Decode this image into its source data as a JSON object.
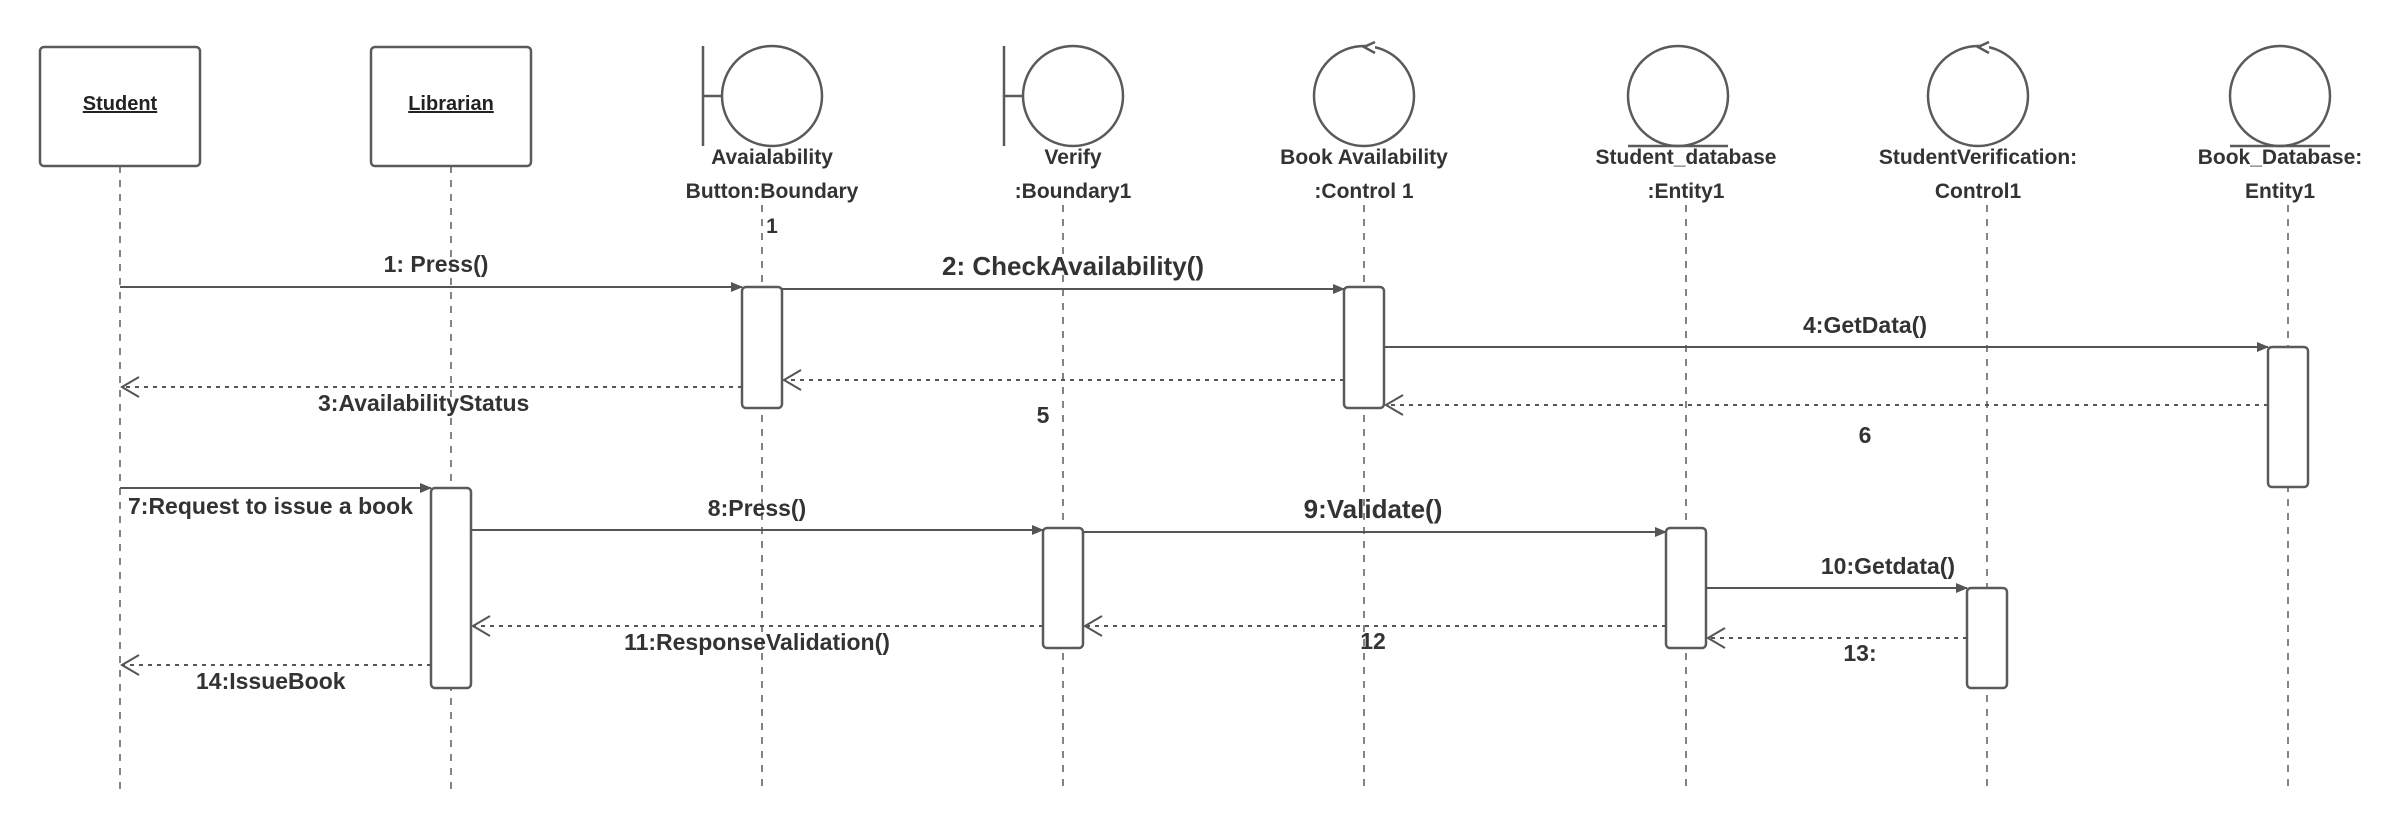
{
  "participants": {
    "student": {
      "name": "Student",
      "kind": "actor-object"
    },
    "librarian": {
      "name": "Librarian",
      "kind": "actor-object"
    },
    "availability_button": {
      "line1": "Avaialability",
      "line2": "Button:Boundary",
      "line3": "1",
      "kind": "boundary"
    },
    "verify": {
      "line1": "Verify",
      "line2": ":Boundary1",
      "kind": "boundary"
    },
    "book_availability": {
      "line1": "Book Availability",
      "line2": ":Control 1",
      "kind": "control"
    },
    "student_database": {
      "line1": "Student_database",
      "line2": ":Entity1",
      "kind": "entity"
    },
    "student_verification": {
      "line1": "StudentVerification:",
      "line2": "Control1",
      "kind": "control"
    },
    "book_database": {
      "line1": "Book_Database:",
      "line2": "Entity1",
      "kind": "entity"
    }
  },
  "messages": {
    "m1": {
      "label": "1: Press()",
      "from": "Student",
      "to": "Avaialability Button:Boundary 1",
      "style": "solid"
    },
    "m2": {
      "label": "2: CheckAvailability()",
      "from": "Avaialability Button:Boundary 1",
      "to": "Book Availability :Control 1",
      "style": "solid"
    },
    "m3": {
      "label": "3:AvailabilityStatus",
      "from": "Avaialability Button:Boundary 1",
      "to": "Student",
      "style": "dashed"
    },
    "m4": {
      "label": "4:GetData()",
      "from": "Book Availability :Control 1",
      "to": "Book_Database: Entity1",
      "style": "solid"
    },
    "m5": {
      "label": "5",
      "from": "Book Availability :Control 1",
      "to": "Avaialability Button:Boundary 1",
      "style": "dashed"
    },
    "m6": {
      "label": "6",
      "from": "Book_Database: Entity1",
      "to": "Book Availability :Control 1",
      "style": "dashed"
    },
    "m7": {
      "label": "7:Request to issue a book",
      "from": "Student",
      "to": "Librarian",
      "style": "solid"
    },
    "m8": {
      "label": "8:Press()",
      "from": "Librarian",
      "to": "Verify :Boundary1",
      "style": "solid"
    },
    "m9": {
      "label": "9:Validate()",
      "from": "Verify :Boundary1",
      "to": "Student_database :Entity1",
      "style": "solid"
    },
    "m10": {
      "label": "10:Getdata()",
      "from": "Student_database :Entity1",
      "to": "StudentVerification: Control1",
      "style": "solid"
    },
    "m11": {
      "label": "11:ResponseValidation()",
      "from": "Verify :Boundary1",
      "to": "Librarian",
      "style": "dashed"
    },
    "m12": {
      "label": "12",
      "from": "Student_database :Entity1",
      "to": "Verify :Boundary1",
      "style": "dashed"
    },
    "m13": {
      "label": "13:",
      "from": "StudentVerification: Control1",
      "to": "Student_database :Entity1",
      "style": "dashed"
    },
    "m14": {
      "label": "14:IssueBook",
      "from": "Librarian",
      "to": "Student",
      "style": "dashed"
    }
  },
  "colors": {
    "stroke": "#5a5a5a",
    "text": "#333333",
    "background": "#ffffff"
  }
}
